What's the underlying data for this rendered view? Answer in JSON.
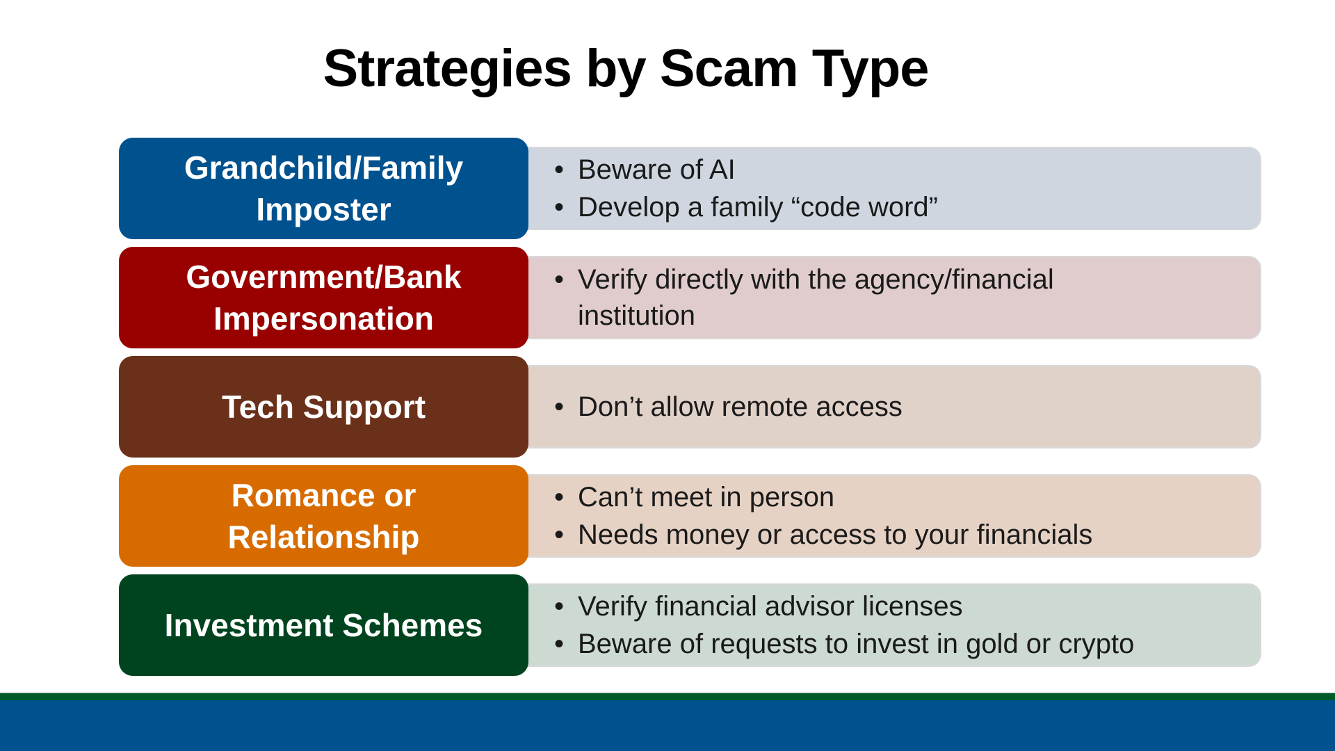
{
  "title": "Strategies by Scam Type",
  "rows": [
    {
      "category": "Grandchild/Family Imposter",
      "color": "#00528f",
      "bg": "#cfd6e0",
      "tips": [
        "Beware of AI",
        "Develop a family “code word”"
      ]
    },
    {
      "category": "Government/Bank Impersonation",
      "color": "#990000",
      "bg": "#e0cccc",
      "tips": [
        "Verify directly with the agency/financial institution"
      ]
    },
    {
      "category": "Tech Support",
      "color": "#6a3019",
      "bg": "#e1d2c9",
      "tips": [
        "Don’t allow remote access"
      ]
    },
    {
      "category": "Romance or Relationship",
      "color": "#d76b00",
      "bg": "#e6d2c4",
      "tips": [
        "Can’t meet in person",
        "Needs money or access to your financials"
      ]
    },
    {
      "category": "Investment Schemes",
      "color": "#00441f",
      "bg": "#ccdad1",
      "tips": [
        "Verify financial advisor licenses",
        "Beware of requests to invest in gold or crypto"
      ]
    }
  ]
}
